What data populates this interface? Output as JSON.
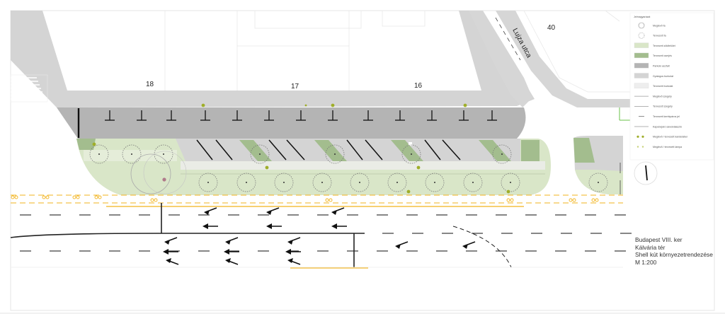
{
  "plot_numbers": [
    "18",
    "17",
    "16",
    "40"
  ],
  "street_name": "Lujza utca",
  "legend": {
    "heading": "Jelmagyarázat",
    "items": [
      {
        "label": "Meglévő fa",
        "swatch": "tree-existing"
      },
      {
        "label": "Tervezett fa",
        "swatch": "tree-planned"
      },
      {
        "label": "Tervezett zöldfelület",
        "swatch": "fill",
        "color": "#d9e6c8"
      },
      {
        "label": "Tervezett cserjés",
        "swatch": "fill",
        "color": "#a3bd8e"
      },
      {
        "label": "Parkoló aszfalt",
        "swatch": "fill",
        "color": "#b4b4b4"
      },
      {
        "label": "Gyalogos burkolat",
        "swatch": "fill",
        "color": "#d4d4d4"
      },
      {
        "label": "Tervezett burkolat",
        "swatch": "fill",
        "color": "#eeeeee"
      },
      {
        "label": "Meglévő szegély",
        "swatch": "line"
      },
      {
        "label": "Tervezett szegély",
        "swatch": "line"
      },
      {
        "label": "Tervezett kerékpáros jel",
        "swatch": "symbol"
      },
      {
        "label": "Kapubejáró sávelválasztó",
        "swatch": "line"
      },
      {
        "label": "Meglévő / tervezett kandeláber",
        "swatch": "dots"
      },
      {
        "label": "Meglévő / tervezett lámpa",
        "swatch": "dots-light"
      }
    ]
  },
  "title_block": {
    "line1": "Budapest VIII. ker",
    "line2": "Kálvária tér",
    "line3": "Shell kút környezetrendezése",
    "line4": "M 1:200"
  },
  "colors": {
    "sidewalk": "#d4d4d4",
    "parking": "#b4b4b4",
    "green": "#d9e6c8",
    "dark_green": "#a3bd8e",
    "bike_lane": "#f2b31c",
    "lamp": "#9fae2a"
  }
}
